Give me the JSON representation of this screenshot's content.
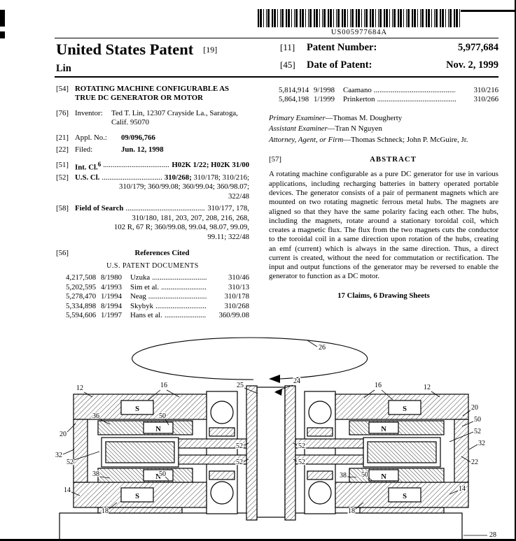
{
  "page": {
    "barcode_text": "US005977684A"
  },
  "header": {
    "bracket_19": "[19]",
    "title": "United States Patent",
    "inventor_surname": "Lin",
    "num_ref": "[11]",
    "num_label": "Patent Number:",
    "number": "5,977,684",
    "date_ref": "[45]",
    "date_label": "Date of Patent:",
    "date": "Nov. 2, 1999"
  },
  "biblio": {
    "title_ref": "[54]",
    "title": "ROTATING MACHINE CONFIGURABLE AS TRUE DC GENERATOR OR MOTOR",
    "inventor_ref": "[76]",
    "inventor_label": "Inventor:",
    "inventor_value": "Ted T. Lin, 12307 Crayside La., Saratoga, Calif. 95070",
    "appl_ref": "[21]",
    "appl_label": "Appl. No.:",
    "appl_value": "09/096,766",
    "filed_ref": "[22]",
    "filed_label": "Filed:",
    "filed_value": "Jun. 12, 1998",
    "intcl_ref": "[51]",
    "intcl_label": "Int. Cl.",
    "intcl_sup": "6",
    "intcl_value": "H02K 1/22; H02K 31/00",
    "uscl_ref": "[52]",
    "uscl_label": "U.S. Cl.",
    "uscl_bold": "310/268;",
    "uscl_line1": " 310/178; 310/216;",
    "uscl_line2": "310/179; 360/99.08; 360/99.04; 360/98.07;",
    "uscl_line3": "322/48",
    "field_ref": "[58]",
    "field_label": "Field of Search",
    "field_line1": "310/177, 178,",
    "field_line2": "310/180, 181, 203, 207, 208, 216, 268,",
    "field_line3": "102 R, 67 R; 360/99.08, 99.04, 98.07, 99.09,",
    "field_line4": "99.11; 322/48"
  },
  "references": {
    "ref": "[56]",
    "heading": "References Cited",
    "subheading": "U.S. PATENT DOCUMENTS",
    "left": [
      {
        "num": "4,217,508",
        "date": "8/1980",
        "name": "Uzuka",
        "cls": "310/46"
      },
      {
        "num": "5,202,595",
        "date": "4/1993",
        "name": "Sim et al.",
        "cls": "310/13"
      },
      {
        "num": "5,278,470",
        "date": "1/1994",
        "name": "Neag",
        "cls": "310/178"
      },
      {
        "num": "5,334,898",
        "date": "8/1994",
        "name": "Skybyk",
        "cls": "310/268"
      },
      {
        "num": "5,594,606",
        "date": "1/1997",
        "name": "Hans et al.",
        "cls": "360/99.08"
      }
    ],
    "right": [
      {
        "num": "5,814,914",
        "date": "9/1998",
        "name": "Caamano",
        "cls": "310/216"
      },
      {
        "num": "5,864,198",
        "date": "1/1999",
        "name": "Prinkerton",
        "cls": "310/266"
      }
    ]
  },
  "people": {
    "primary_label": "Primary Examiner",
    "primary_value": "—Thomas M. Dougherty",
    "assistant_label": "Assistant Examiner",
    "assistant_value": "—Tran N Nguyen",
    "attorney_label": "Attorney, Agent, or Firm",
    "attorney_value": "—Thomas Schneck; John P. McGuire, Jr."
  },
  "abstract": {
    "ref": "[57]",
    "heading": "ABSTRACT",
    "text": "A rotating machine configurable as a pure DC generator for use in various applications, including recharging batteries in battery operated portable devices. The generator consists of a pair of permanent magnets which are mounted on two rotating magnetic ferrous metal hubs. The magnets are aligned so that they have the same polarity facing each other. The hubs, including the magnets, rotate around a stationary toroidal coil, which creates a magnetic flux. The flux from the two magnets cuts the conductor to the toroidal coil in a same direction upon rotation of the hubs, creating an emf (current) which is always in the same direction. Thus, a direct current is created, without the need for commutation or rectification. The input and output functions of the generator may be reversed to enable the generator to function as a DC motor.",
    "claims_line": "17 Claims, 6 Drawing Sheets"
  },
  "figure": {
    "labels": [
      "26",
      "25",
      "24",
      "12",
      "16",
      "20",
      "36",
      "50",
      "32",
      "52",
      "38",
      "50",
      "14",
      "18",
      "52",
      "52",
      "52",
      "52",
      "12",
      "16",
      "20",
      "50",
      "52",
      "32",
      "22",
      "38",
      "50",
      "14",
      "18",
      "28"
    ],
    "magnets": [
      "S",
      "N",
      "N",
      "S",
      "S",
      "N",
      "N",
      "S"
    ]
  },
  "misc": {
    "ink": "#000000",
    "paper": "#ffffff",
    "dots": "................................................................................"
  }
}
